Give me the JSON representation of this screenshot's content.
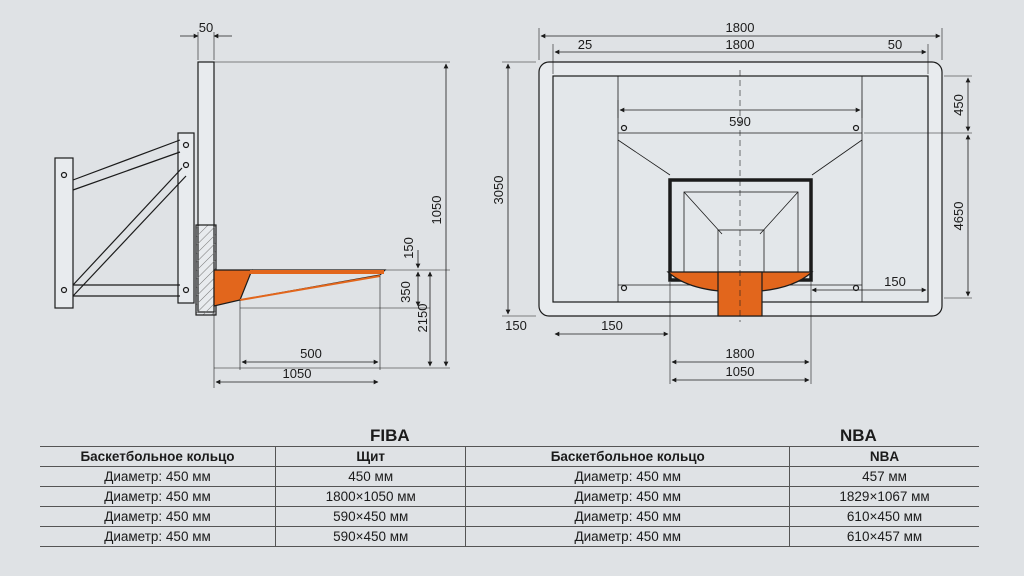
{
  "side_view": {
    "dim_top": "50",
    "dim_height": "1050",
    "dim_rim_offset": "150",
    "dim_rim_below": "350",
    "dim_total": "2150",
    "dim_ring_reach": "500",
    "dim_overall_reach": "1050"
  },
  "front_view": {
    "dim_overall_width": "1800",
    "dim_inner_width": "1800",
    "dim_left_margin": "25",
    "dim_right_margin": "50",
    "dim_target_width": "590",
    "dim_top_margin": "450",
    "dim_height": "3050",
    "dim_right_height": "4650",
    "dim_bottom_right": "150",
    "dim_bottom_left": "150",
    "dim_bottom_left2": "150",
    "dim_bottom_width": "1800",
    "dim_bottom_inner": "1050"
  },
  "table": {
    "fiba_title": "FIBA",
    "nba_title": "NBA",
    "columns": [
      "Баскетбольное кольцо",
      "Щит",
      "Баскетбольное кольцо",
      "NBA"
    ],
    "rows": [
      [
        "Диаметр: 450 мм",
        "450 мм",
        "Диаметр: 450 мм",
        "457 мм"
      ],
      [
        "Диаметр: 450 мм",
        "1800×1050 мм",
        "Диаметр: 450 мм",
        "1829×1067 мм"
      ],
      [
        "Диаметр: 450 мм",
        "590×450 мм",
        "Диаметр: 450 мм",
        "610×450 мм"
      ],
      [
        "Диаметр: 450 мм",
        "590×450 мм",
        "Диаметр: 450 мм",
        "610×457 мм"
      ]
    ]
  },
  "colors": {
    "background": "#dfe2e5",
    "line": "#1b1b1b",
    "rim": "#e2661c",
    "panel": "#e8ebee"
  }
}
